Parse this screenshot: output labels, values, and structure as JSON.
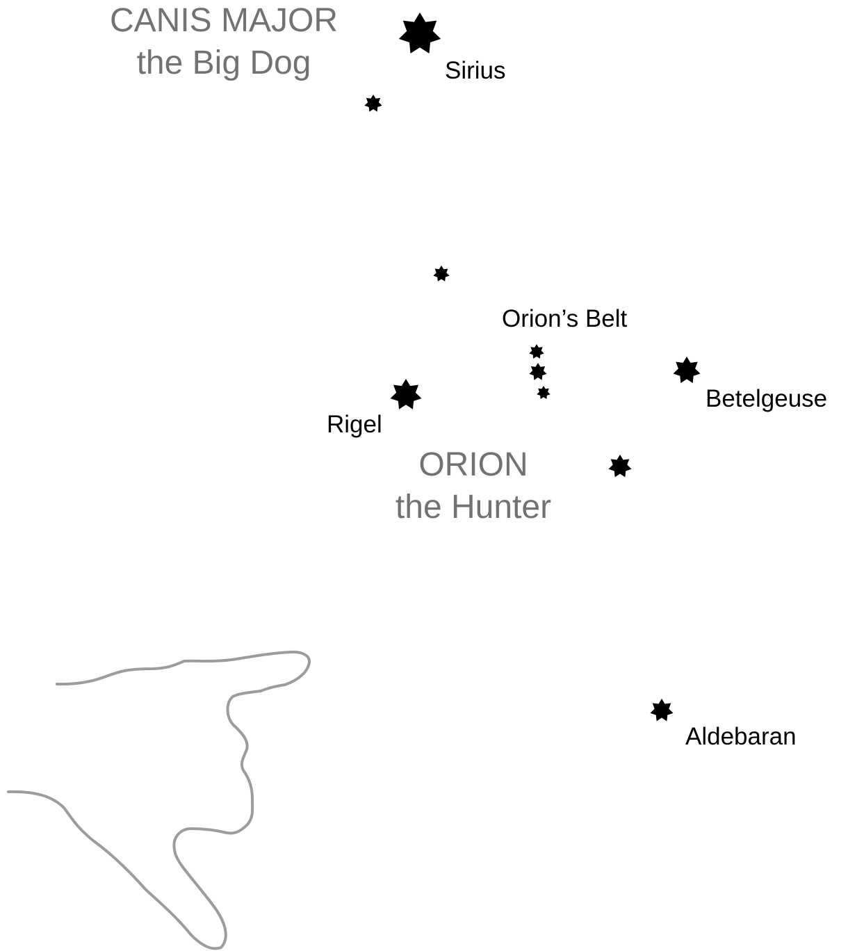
{
  "constellations": {
    "canis_major": {
      "name": "CANIS MAJOR",
      "nickname": "the Big Dog"
    },
    "orion": {
      "name": "ORION",
      "nickname": "the Hunter"
    }
  },
  "star_labels": {
    "sirius": "Sirius",
    "orions_belt": "Orion’s Belt",
    "betelgeuse": "Betelgeuse",
    "rigel": "Rigel",
    "aldebaran": "Aldebaran"
  },
  "icons": {
    "star": "star-icon"
  },
  "colors": {
    "constellation_text": "#767171",
    "star_label_text": "#000000",
    "star_fill": "#000000",
    "coastline": "#a09b9b",
    "background": "#ffffff"
  }
}
